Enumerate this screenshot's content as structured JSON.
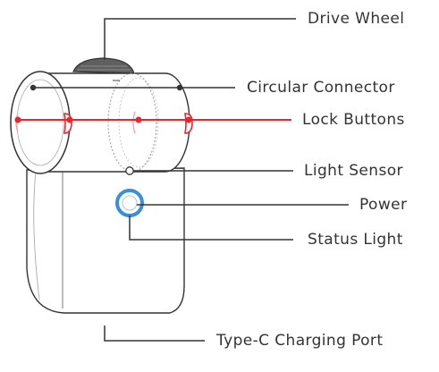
{
  "colors": {
    "outline": "#333333",
    "body_fill": "#ffffff",
    "lock_line": "#e8262c",
    "status_ring": "#3a8fd8",
    "leader": "#333333"
  },
  "labels": {
    "drive_wheel": "Drive Wheel",
    "circular_connector": "Circular Connector",
    "lock_buttons": "Lock Buttons",
    "light_sensor": "Light Sensor",
    "power": "Power",
    "status_light": "Status Light",
    "charging_port": "Type-C  Charging Port"
  }
}
